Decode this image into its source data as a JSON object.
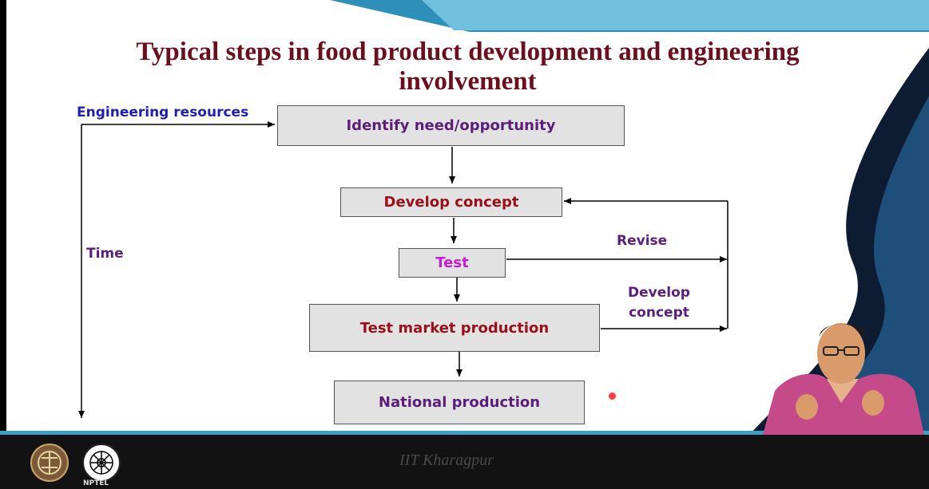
{
  "slide": {
    "title_line1": "Typical steps in food product development and  engineering",
    "title_line2": "involvement"
  },
  "diagram": {
    "engineering_resources": "Engineering resources",
    "time": "Time",
    "boxes": {
      "identify": "Identify need/opportunity",
      "develop": "Develop concept",
      "test": "Test",
      "test_market": "Test market production",
      "national": "National production"
    },
    "revise": "Revise",
    "develop_concept_line1": "Develop",
    "develop_concept_line2": "concept"
  },
  "footer": {
    "watermark": "IIT Kharagpur",
    "nptel": "NPTEL"
  },
  "colors": {
    "title": "#6b0f1e",
    "blue_label": "#1f1fb0",
    "purple_text": "#5b1f7a",
    "red_text": "#9b0f1a",
    "magenta_text": "#c21fd0",
    "accent_blue": "#3aa0c4"
  }
}
